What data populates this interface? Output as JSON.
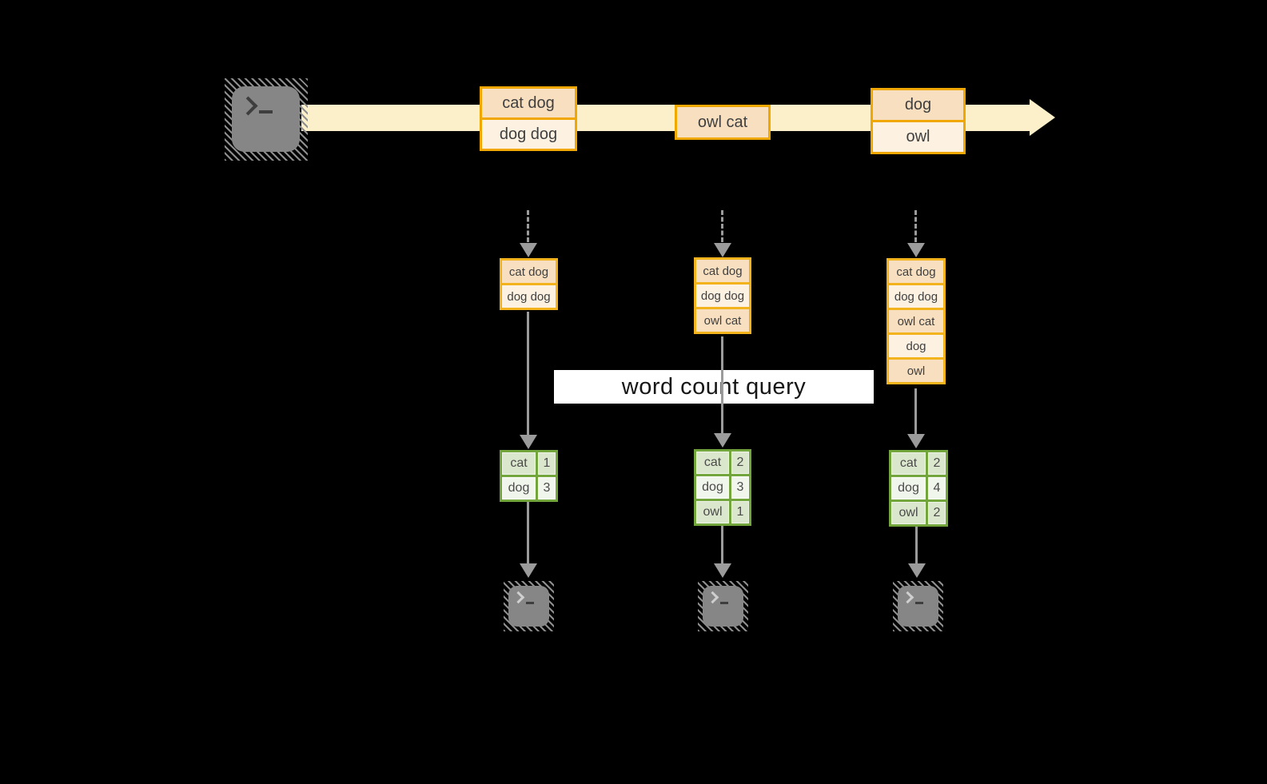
{
  "query_label": "word count query",
  "stream": {
    "batches": [
      {
        "records": [
          "cat dog",
          "dog dog"
        ]
      },
      {
        "records": [
          "owl cat"
        ]
      },
      {
        "records": [
          "dog",
          "owl"
        ]
      }
    ]
  },
  "columns": [
    {
      "ingested": [
        "cat dog",
        "dog dog"
      ],
      "counts": [
        {
          "word": "cat",
          "count": "1"
        },
        {
          "word": "dog",
          "count": "3"
        }
      ]
    },
    {
      "ingested": [
        "cat dog",
        "dog dog",
        "owl cat"
      ],
      "counts": [
        {
          "word": "cat",
          "count": "2"
        },
        {
          "word": "dog",
          "count": "3"
        },
        {
          "word": "owl",
          "count": "1"
        }
      ]
    },
    {
      "ingested": [
        "cat dog",
        "dog dog",
        "owl cat",
        "dog",
        "owl"
      ],
      "counts": [
        {
          "word": "cat",
          "count": "2"
        },
        {
          "word": "dog",
          "count": "4"
        },
        {
          "word": "owl",
          "count": "2"
        }
      ]
    }
  ],
  "colors": {
    "background": "#000000",
    "stream_band": "#FBF0C9",
    "record_border": "#F0A800",
    "stack_border": "#F3B31C",
    "record_fill_dark": "#F8DFC0",
    "record_fill_light": "#FDF2E1",
    "count_border": "#72A63D",
    "count_fill_dark": "#DBE7CD",
    "count_fill_light": "#F1F6EC",
    "arrow_gray": "#9B9B9B",
    "terminal_gray": "#868686",
    "label_background": "#FFFFFF"
  },
  "icons": {
    "source": "terminal-icon",
    "outputs": [
      "terminal-icon",
      "terminal-icon",
      "terminal-icon"
    ]
  }
}
